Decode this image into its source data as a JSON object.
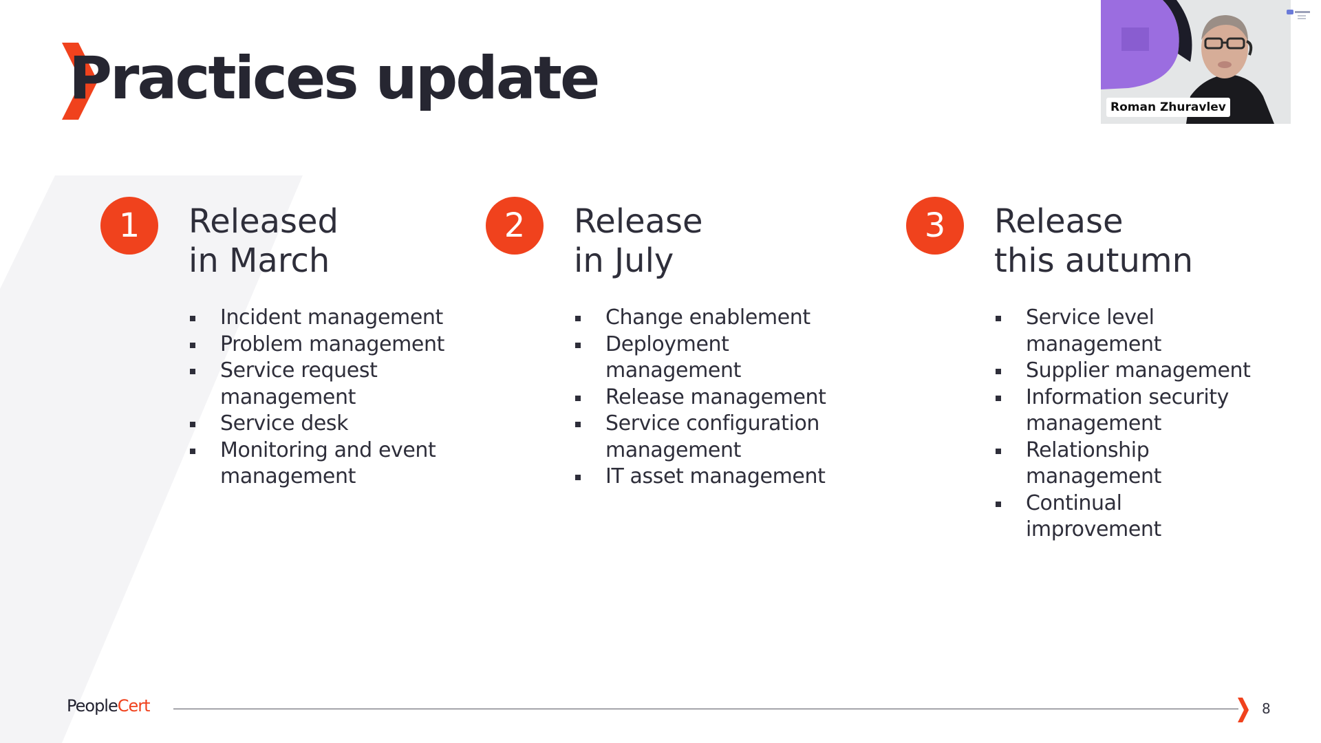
{
  "slide": {
    "title": "Practices update",
    "page_number": "8",
    "accent_color": "#f0421d"
  },
  "columns": [
    {
      "number": "1",
      "heading_line1": "Released",
      "heading_line2": "in March",
      "items": [
        "Incident management",
        "Problem management",
        "Service request management",
        "Service desk",
        "Monitoring and event management"
      ]
    },
    {
      "number": "2",
      "heading_line1": "Release",
      "heading_line2": "in July",
      "items": [
        "Change enablement",
        "Deployment management",
        "Release management",
        "Service configuration management",
        "IT asset management"
      ]
    },
    {
      "number": "3",
      "heading_line1": "Release",
      "heading_line2": "this autumn",
      "items": [
        "Service level management",
        "Supplier management",
        "Information security management",
        "Relationship management",
        "Continual improvement"
      ]
    }
  ],
  "footer": {
    "logo_part1": "People",
    "logo_part2": "Cert"
  },
  "video": {
    "speaker_name": "Roman Zhuravlev",
    "icon": "person-video-icon"
  }
}
